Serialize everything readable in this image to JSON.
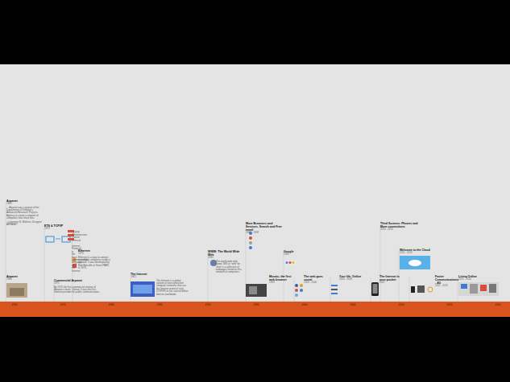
{
  "diagram": {
    "nodes": [
      {
        "text": [
          "Arpanet",
          "1969",
          "... Arpanet was a project of the Department of Defense's Advanced Research Projects Agency to create a network of computers that share files.",
          "- Lawrence G. Roberts, Designer ARPANET"
        ]
      },
      {
        "text": [
          "Arpanet",
          "1969"
        ]
      },
      {
        "text": [
          "ETS & TCP/IP",
          "1973",
          "TCP/IP (Transmission Control Protocol / Internet Protocol) is the basic communication language of the Internet."
        ]
      },
      {
        "text": [
          "Ethernet",
          "1973",
          "Ethernet is a way to connect to multiple computers inside a network. It was developed by Bob Metcalfe at Xerox PARC in 1973."
        ]
      },
      {
        "text": [
          "Commercial Arpanet",
          "1975",
          "By 1975 the first commercial version of Arpanet is born, Telenet. It was the first internet provider for public communication."
        ]
      },
      {
        "text": [
          "The Internet",
          "1983",
          "The Internet is a global system of interconnected computer networks that use the Internet protocol suite (TCP/IP) to link several billion devices worldwide."
        ]
      },
      {
        "text": [
          "WWW: The World Wide Web",
          "1990",
          "The world wide web (www, W3) or 'web' for short is a collection of webpages found on this network of computers."
        ]
      },
      {
        "text": [
          "More Browsers and Services, Search and Free email",
          "1994 - 1998"
        ]
      },
      {
        "text": [
          "Mosaic, the first web browser",
          "1993"
        ]
      },
      {
        "text": [
          "Google",
          "1998"
        ]
      },
      {
        "text": [
          "The web goes social",
          "2003 - 2006"
        ]
      },
      {
        "text": [
          "Your life, Online",
          "2004 - 2008"
        ]
      },
      {
        "text": [
          "The Internet in your pocket",
          "2007"
        ]
      },
      {
        "text": [
          "Third Screens: Phones and More connections",
          "2010 - 2015"
        ]
      },
      {
        "text": [
          "Welcome to the Cloud",
          "2011 - 2013"
        ]
      },
      {
        "text": [
          "Faster Communications - 4G",
          "2011 - 2015"
        ]
      },
      {
        "text": [
          "Living Online",
          "2015 - 2020"
        ]
      }
    ],
    "labels": [
      "1970",
      "1975",
      "1980",
      "1985",
      "1990",
      "1995",
      "2000",
      "2005",
      "2010",
      "2015",
      "2020"
    ]
  }
}
